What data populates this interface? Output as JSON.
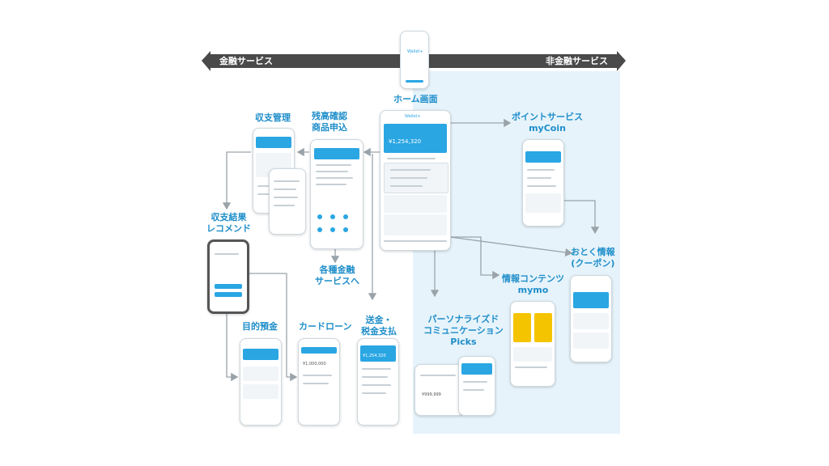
{
  "axis": {
    "left_label": "金融サービス",
    "right_label": "非金融サービス"
  },
  "nodes": {
    "home": "ホーム画面",
    "balance": [
      "残高確認",
      "商品申込"
    ],
    "income": "収支管理",
    "recommend": [
      "収支結果",
      "レコメンド"
    ],
    "finance_services": [
      "各種金融",
      "サービスへ"
    ],
    "point": [
      "ポイントサービス",
      "myCoin"
    ],
    "coupon": [
      "おとく情報",
      "(クーポン)"
    ],
    "mymo": [
      "情報コンテンツ",
      "mymo"
    ],
    "picks": [
      "パーソナライズド",
      "コミュニケーション",
      "Picks"
    ],
    "savings": "目的預金",
    "cardloan": "カードローン",
    "transfer": [
      "送金・",
      "税金支払"
    ]
  },
  "screens": {
    "app_name": "Wallet+",
    "home_balance": "¥1,254,320",
    "transfer_balance": "¥1,254,320",
    "cardloan_amount": "¥1,000,000",
    "picks_balance": "¥999,999"
  },
  "colors": {
    "accent": "#2aa6e3",
    "label": "#1f8ec9",
    "panel": "#e6f3fb",
    "arrow": "#4a4a4a",
    "connector": "#9aa3a9"
  }
}
